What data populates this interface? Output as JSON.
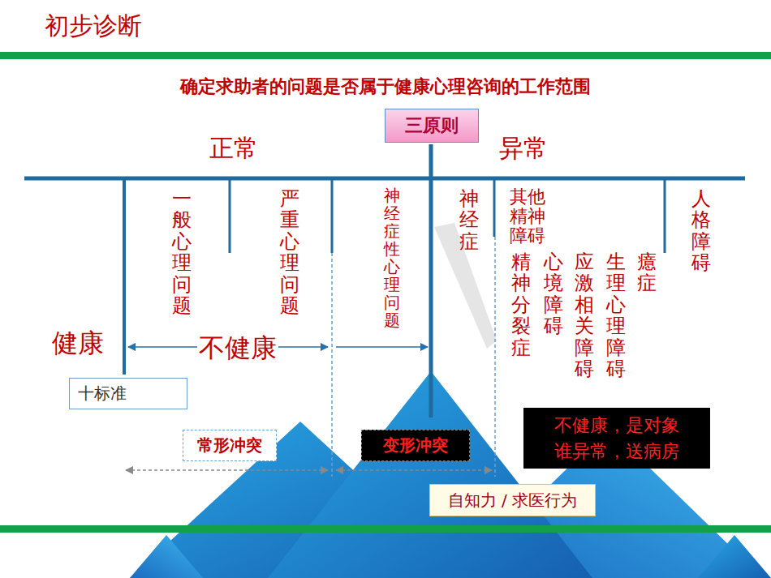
{
  "diagram": {
    "title": "初步诊断",
    "nodes": [
      {
        "text": [
          "三原则"
        ]
      },
      {
        "text": [
          "十标准"
        ]
      },
      {
        "text": [
          "常形冲突"
        ]
      },
      {
        "text": [
          "变形冲突"
        ]
      },
      {
        "text": [
          "不健康，是对象 谁异常，送病房"
        ]
      },
      {
        "text": [
          "自知力 / 求医行为"
        ]
      }
    ],
    "labels": [
      "确定求助者的问题是否属于健康心理咨询的工作范围",
      "正常",
      "异常",
      "一般心理问题",
      "严重心理问题",
      "神经症性心理问题",
      "神经症",
      "其他精神障碍",
      "精神分裂症",
      "心境障碍",
      "应激相关障碍",
      "生理心理障碍",
      "癔症",
      "人格障碍",
      "健康",
      "不健康"
    ]
  }
}
